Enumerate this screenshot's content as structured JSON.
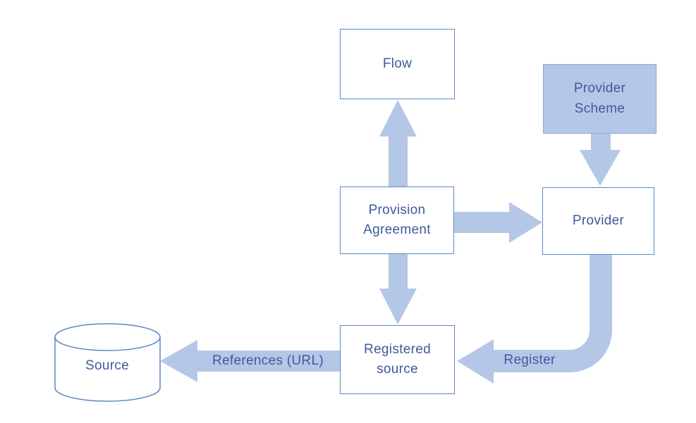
{
  "diagram": {
    "nodes": [
      {
        "id": "flow",
        "label": "Flow",
        "shape": "rectangle",
        "variant": "outline"
      },
      {
        "id": "provider-scheme",
        "label": "Provider Scheme",
        "shape": "rectangle",
        "variant": "filled"
      },
      {
        "id": "provision-agreement",
        "label": "Provision Agreement",
        "shape": "rectangle",
        "variant": "outline"
      },
      {
        "id": "provider",
        "label": "Provider",
        "shape": "rectangle",
        "variant": "outline"
      },
      {
        "id": "registered-source",
        "label": "Registered source",
        "shape": "rectangle",
        "variant": "outline"
      },
      {
        "id": "source",
        "label": "Source",
        "shape": "cylinder",
        "variant": "outline"
      }
    ],
    "edges": [
      {
        "from": "provision-agreement",
        "to": "flow",
        "label": "",
        "direction": "up"
      },
      {
        "from": "provider-scheme",
        "to": "provider",
        "label": "",
        "direction": "down"
      },
      {
        "from": "provision-agreement",
        "to": "provider",
        "label": "",
        "direction": "right"
      },
      {
        "from": "provision-agreement",
        "to": "registered-source",
        "label": "",
        "direction": "down"
      },
      {
        "from": "provider",
        "to": "registered-source",
        "label": "Register",
        "direction": "elbow-down-left"
      },
      {
        "from": "registered-source",
        "to": "source",
        "label": "References (URL)",
        "direction": "left"
      }
    ],
    "colors": {
      "background": "#FFFFFF",
      "box_border": "#5B87C5",
      "box_fill": "#FFFFFF",
      "filled_box_fill": "#B4C7E7",
      "filled_box_border": "#8FAADC",
      "arrow_fill": "#B4C7E7",
      "text": "#3E5A9B"
    }
  }
}
